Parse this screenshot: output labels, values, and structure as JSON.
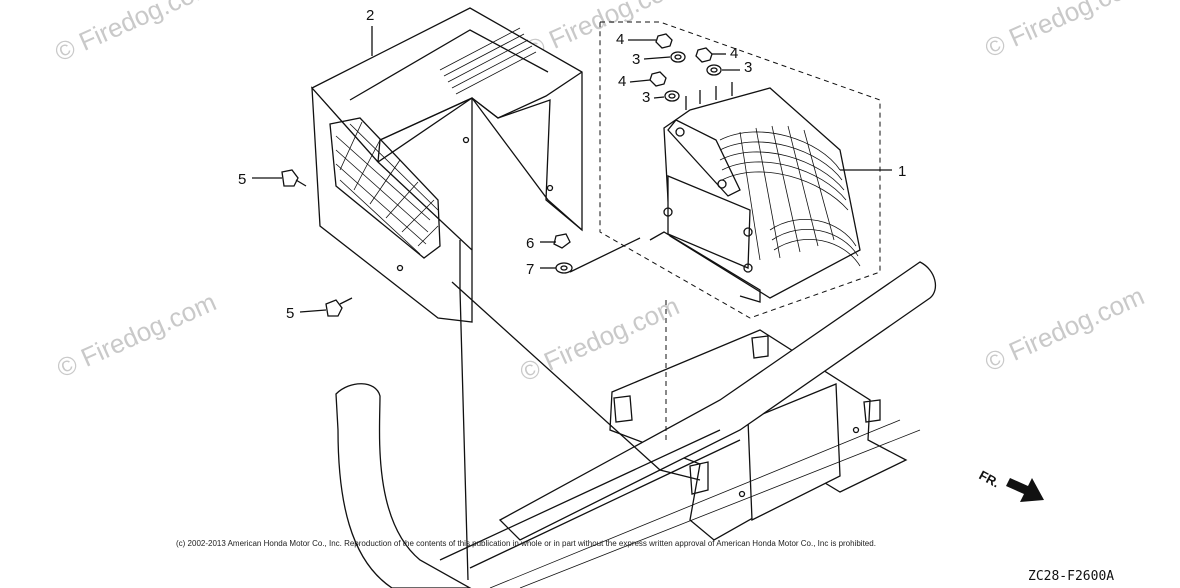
{
  "watermarks": [
    "© Firedog.com",
    "© Firedog.com",
    "© Firedog.com",
    "© Firedog.com",
    "© Firedog.com",
    "© Firedog.com"
  ],
  "callouts": [
    "1",
    "2",
    "3",
    "3",
    "3",
    "4",
    "4",
    "4",
    "5",
    "5",
    "6",
    "7"
  ],
  "front_label": "FR.",
  "copyright": "(c) 2002-2013 American Honda Motor Co., Inc. Reproduction of the contents of this publication in whole or in part without the express written approval of American Honda Motor Co., Inc is prohibited.",
  "diagram_code": "ZC28-F2600A",
  "colors": {
    "line": "#111111",
    "watermark": "#c9c9c9",
    "background": "#ffffff"
  }
}
